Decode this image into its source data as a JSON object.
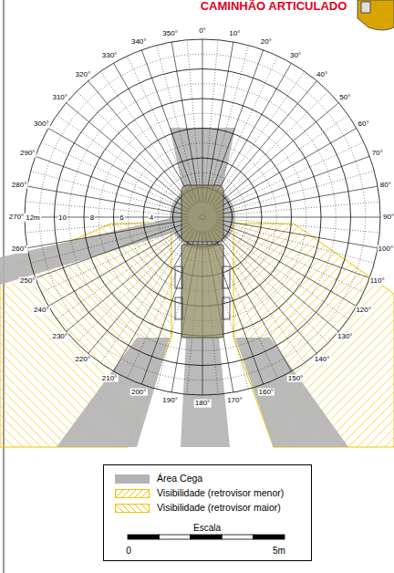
{
  "diagram": {
    "title": "CAMINHÃO ARTICULADO",
    "labels": [
      "0°",
      "10°",
      "20°",
      "30°",
      "40°",
      "50°",
      "60°",
      "70°",
      "80°",
      "90°",
      "100°",
      "110°",
      "120°",
      "130°",
      "140°",
      "150°",
      "160°",
      "170°",
      "180°",
      "190°",
      "200°",
      "210°",
      "220°",
      "230°",
      "240°",
      "250°",
      "260°",
      "270°",
      "280°",
      "290°",
      "300°",
      "310°",
      "320°",
      "330°",
      "340°",
      "350°",
      "12m",
      "10",
      "8",
      "6",
      "4",
      "Escala",
      "0",
      "5m"
    ],
    "legend": [
      {
        "text": "Área Cega",
        "color": "#b3b3b3"
      },
      {
        "text": "Visibilidade (retrovisor menor)"
      },
      {
        "text": "Visibilidade (retrovisor maior)"
      }
    ]
  }
}
